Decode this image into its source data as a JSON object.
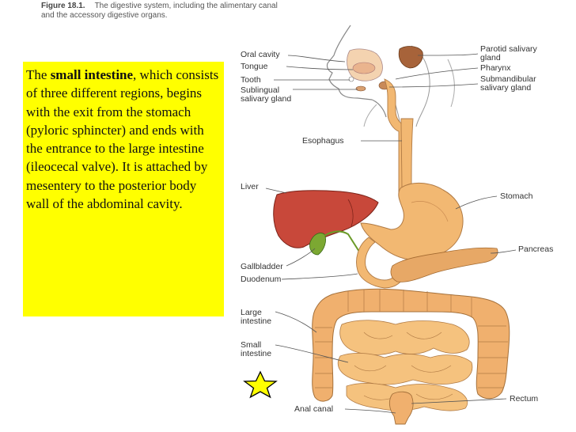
{
  "figure": {
    "number": "Figure 18.1.",
    "caption_line1": "The digestive system, including the alimentary canal",
    "caption_line2": "and the accessory digestive organs."
  },
  "textbox": {
    "prefix": "The ",
    "bold_term": "small intestine",
    "body": ", which consists of three different regions, begins with the exit from the stomach (pyloric sphincter) and ends with the entrance to the large intestine (ileocecal valve).  It is attached by mesentery to the posterior body wall of the abdominal cavity."
  },
  "labels": {
    "oral_cavity": "Oral cavity",
    "tongue": "Tongue",
    "tooth": "Tooth",
    "sublingual_1": "Sublingual",
    "sublingual_2": "salivary gland",
    "parotid_1": "Parotid salivary",
    "parotid_2": "gland",
    "pharynx": "Pharynx",
    "submandibular_1": "Submandibular",
    "submandibular_2": "salivary gland",
    "esophagus": "Esophagus",
    "liver": "Liver",
    "stomach": "Stomach",
    "pancreas": "Pancreas",
    "gallbladder": "Gallbladder",
    "duodenum": "Duodenum",
    "large_intestine_1": "Large",
    "large_intestine_2": "intestine",
    "small_intestine_1": "Small",
    "small_intestine_2": "intestine",
    "rectum": "Rectum",
    "anal_canal": "Anal canal"
  },
  "colors": {
    "highlight_box": "#ffff00",
    "liver": "#c8483a",
    "gallbladder": "#7ca832",
    "digestive_tract": "#f2b872",
    "salivary_gland": "#a7633a",
    "star_marker": "#ffff00"
  }
}
